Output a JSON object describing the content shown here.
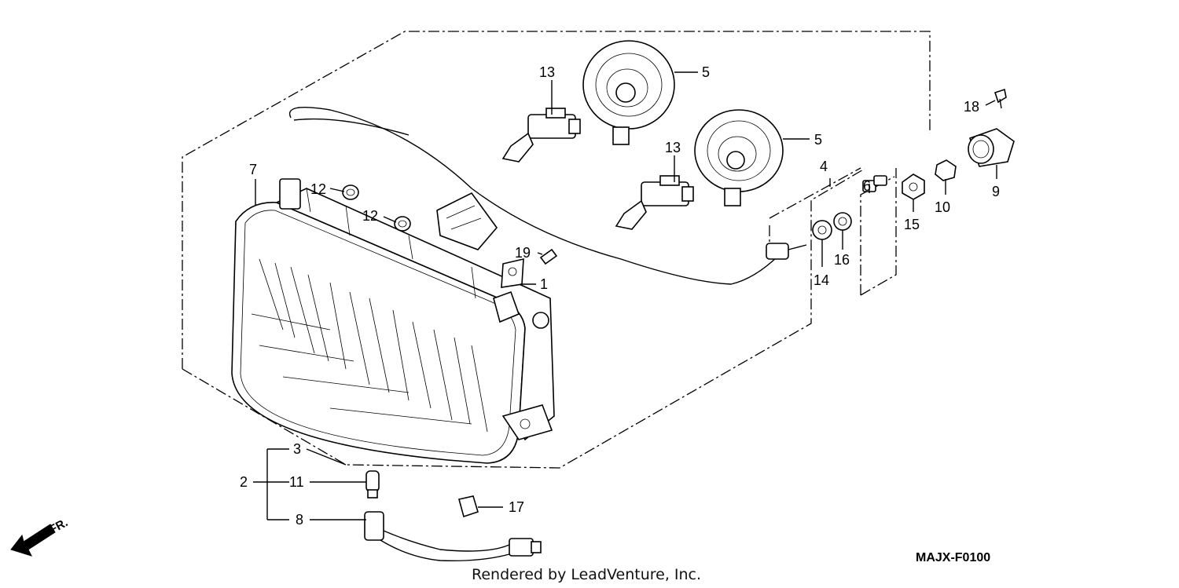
{
  "diagram": {
    "code": "MAJX-F0100",
    "credit": "Rendered by LeadVenture, Inc.",
    "front_marker": "FR.",
    "callouts": {
      "p1": "1",
      "p2": "2",
      "p3": "3",
      "p4": "4",
      "p5a": "5",
      "p5b": "5",
      "p6": "6",
      "p7": "7",
      "p8": "8",
      "p9": "9",
      "p10": "10",
      "p11": "11",
      "p12a": "12",
      "p12b": "12",
      "p13a": "13",
      "p13b": "13",
      "p14": "14",
      "p15": "15",
      "p16": "16",
      "p17": "17",
      "p18": "18",
      "p19": "19"
    }
  }
}
